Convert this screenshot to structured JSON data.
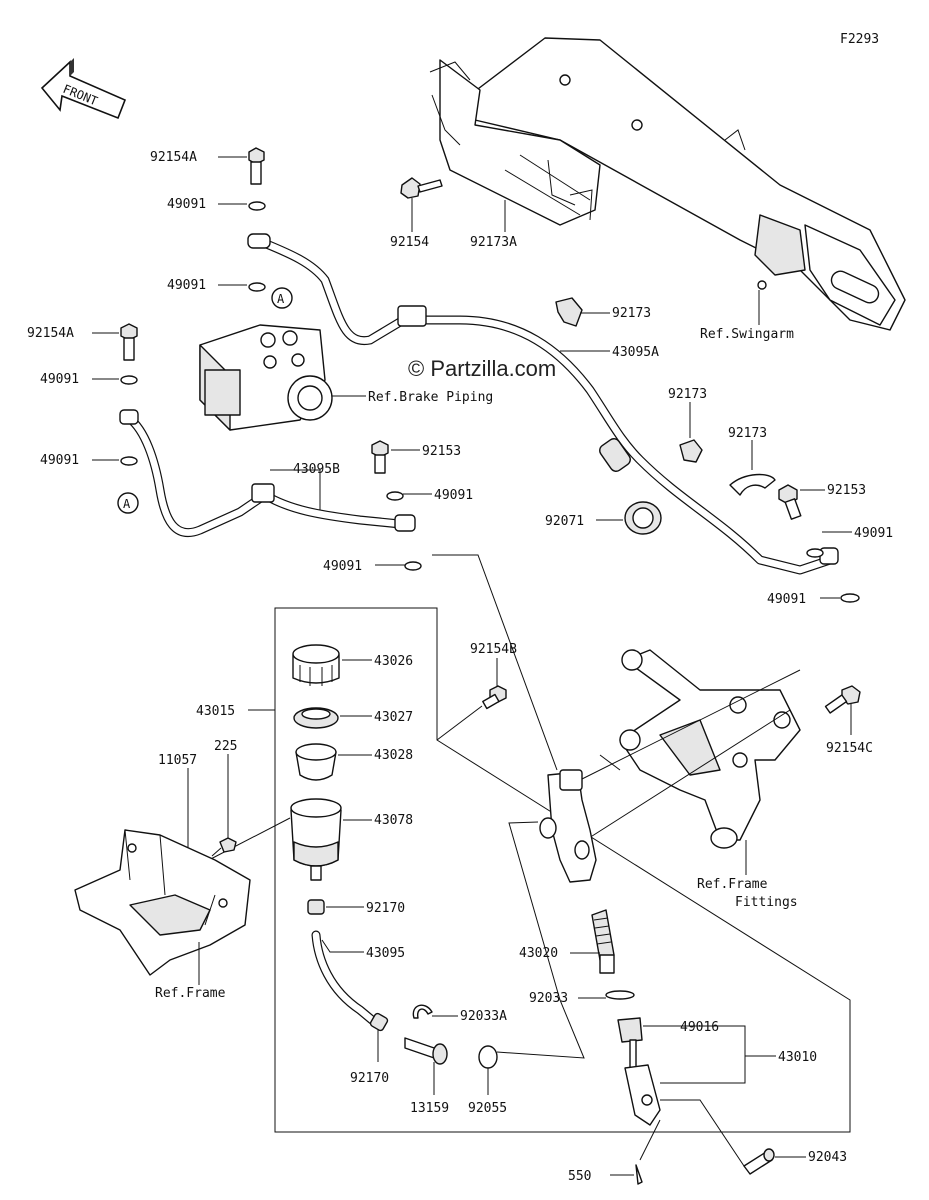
{
  "figure_code": "F2293",
  "watermark": "© Partzilla.com",
  "front_arrow": {
    "label": "FRONT",
    "icon": "front-arrow-icon"
  },
  "callout_marker": "A",
  "references": {
    "swingarm": "Ref.Swingarm",
    "brake_piping": "Ref.Brake Piping",
    "frame_fittings_line1": "Ref.Frame",
    "frame_fittings_line2": "Fittings",
    "frame": "Ref.Frame"
  },
  "part_labels": {
    "p92154A_top": "92154A",
    "p49091_a": "49091",
    "p49091_b": "49091",
    "p92154A_left": "92154A",
    "p49091_c": "49091",
    "p49091_d": "49091",
    "p92154": "92154",
    "p92173A": "92173A",
    "p92173_a": "92173",
    "p43095A": "43095A",
    "p92173_b": "92173",
    "p92173_c": "92173",
    "p92153_a": "92153",
    "p43095B": "43095B",
    "p49091_e": "49091",
    "p49091_f": "49091",
    "p92153_b": "92153",
    "p92071": "92071",
    "p49091_g": "49091",
    "p49091_h": "49091",
    "p92154B": "92154B",
    "p43015": "43015",
    "p43026": "43026",
    "p43027": "43027",
    "p43028": "43028",
    "p43078": "43078",
    "p225": "225",
    "p11057": "11057",
    "p92154C": "92154C",
    "p92170_a": "92170",
    "p43095": "43095",
    "p43020": "43020",
    "p92033": "92033",
    "p92033A": "92033A",
    "p49016": "49016",
    "p43010": "43010",
    "p92170_b": "92170",
    "p13159": "13159",
    "p92055": "92055",
    "p92043": "92043",
    "p550": "550"
  }
}
